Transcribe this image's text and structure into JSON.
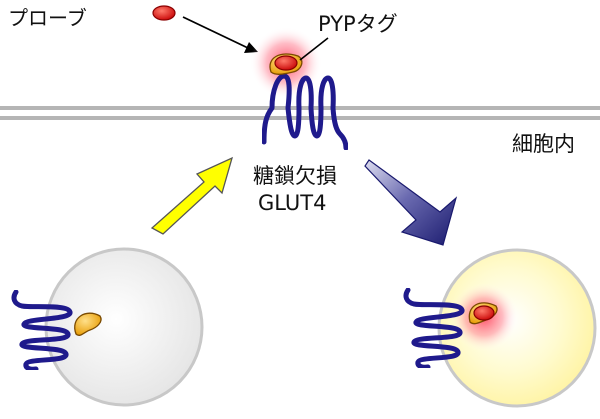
{
  "labels": {
    "probe": "プローブ",
    "tag": "PYPタグ",
    "intracellular": "細胞内",
    "mutation": "糖鎖欠損",
    "protein": "GLUT4"
  },
  "colors": {
    "probe": "#e02020",
    "tag": "#f2b21e",
    "protein": "#1f1a8c",
    "membrane": "#b5b5b5",
    "glow": "#ff4060",
    "up_arrow": "#ffff00",
    "down_arrow": "#2a2a8a",
    "vesicle_unlabeled": "#efefef",
    "vesicle_labeled": "#fffcc0"
  },
  "icons": {
    "probe": "red-probe-dot",
    "tag": "crescent-tag",
    "transporter": "membrane-coil-transporter"
  }
}
